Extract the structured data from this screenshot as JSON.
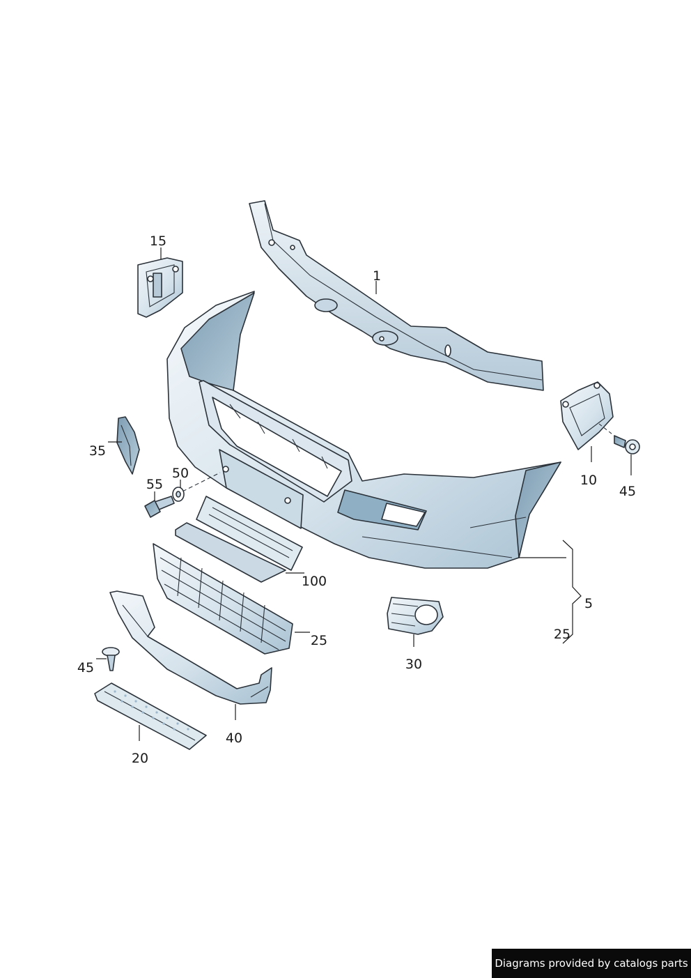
{
  "colors": {
    "part_fill_light": "#e4edf3",
    "part_fill_dark": "#9db8cc",
    "line": "#2a3138",
    "background": "#ffffff"
  },
  "callouts": {
    "c1": "1",
    "c5": "5",
    "c10": "10",
    "c15": "15",
    "c20": "20",
    "c25a": "25",
    "c25b": "25",
    "c30": "30",
    "c35": "35",
    "c40": "40",
    "c45a": "45",
    "c45b": "45",
    "c50": "50",
    "c55": "55",
    "c100": "100"
  },
  "watermark": {
    "text": "Diagrams provided by catalogs parts"
  }
}
